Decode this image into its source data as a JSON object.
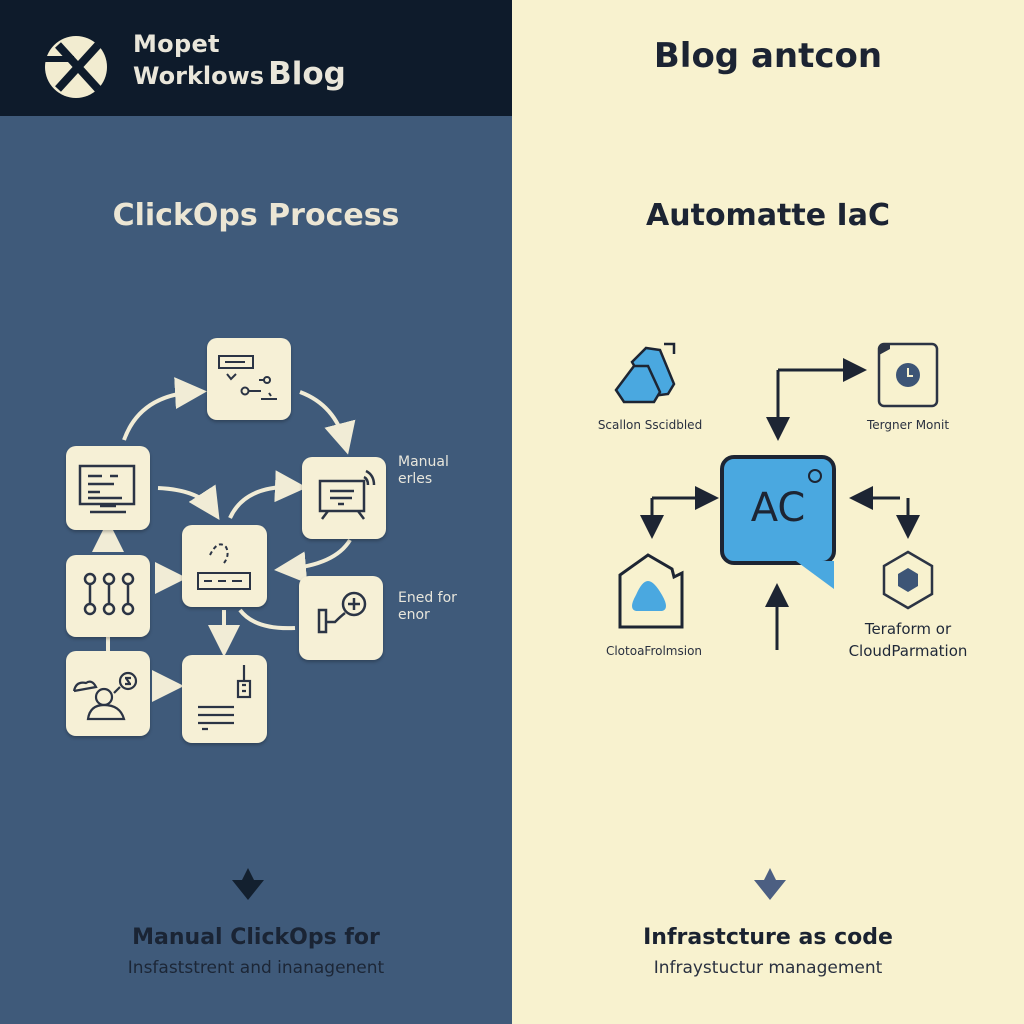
{
  "header": {
    "brand_line1": "Mopet",
    "brand_line2": "Worklows",
    "brand_blog": "Blog",
    "right_title": "Blog antcon"
  },
  "left_panel": {
    "title": "ClickOps Process",
    "labels": {
      "manual_line1": "Manual",
      "manual_line2": "erles",
      "ened_line1": "Ened for",
      "ened_line2": "enor"
    },
    "nodes": [
      {
        "id": "form-node",
        "icon": "form-flow-icon"
      },
      {
        "id": "monitor-node",
        "icon": "monitor-icon"
      },
      {
        "id": "sliders-node",
        "icon": "sliders-icon"
      },
      {
        "id": "center-node",
        "icon": "signal-box-icon"
      },
      {
        "id": "tv-node",
        "icon": "tv-icon"
      },
      {
        "id": "plus-node",
        "icon": "plus-connector-icon"
      },
      {
        "id": "cloud-node",
        "icon": "cloud-user-icon"
      },
      {
        "id": "doc-node",
        "icon": "document-tool-icon"
      }
    ],
    "footer_title": "Manual ClickOps for",
    "footer_sub": "Insfaststrent and inanagenent",
    "footer_arrow": "down-arrow-icon"
  },
  "right_panel": {
    "title": "Automatte IaC",
    "center_box_text": "AC",
    "labels": {
      "scaling": "Scallon Sscidbled",
      "monitor": "Tergner Monit",
      "cloud": "ClotoaFrolmsion",
      "terraform_line1": "Teraform or",
      "terraform_line2": "CloudParmation"
    },
    "footer_title": "Infrastcture as code",
    "footer_sub": "Infraystuctur management",
    "footer_arrow": "down-arrow-icon"
  },
  "colors": {
    "left_bg": "#3f5a7a",
    "header_bg": "#0e1b2b",
    "right_bg": "#f8f2cf",
    "node_bg": "#f6f0d6",
    "accent_blue": "#4aa8e0",
    "dark_ink": "#1c2433"
  }
}
